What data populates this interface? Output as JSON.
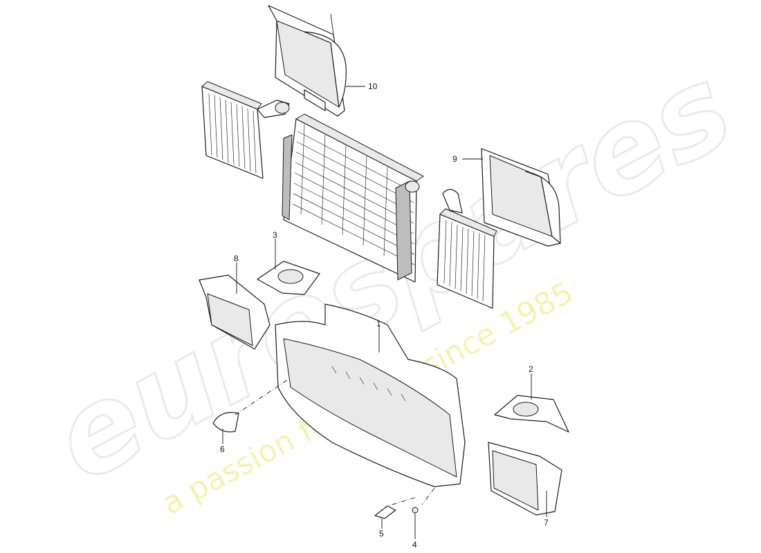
{
  "watermark": {
    "brand": "eurospares",
    "tagline": "a passion for parts since 1985"
  },
  "callouts": [
    {
      "id": "1",
      "label": "1"
    },
    {
      "id": "2",
      "label": "2"
    },
    {
      "id": "3",
      "label": "3"
    },
    {
      "id": "4",
      "label": "4"
    },
    {
      "id": "5",
      "label": "5"
    },
    {
      "id": "6",
      "label": "6"
    },
    {
      "id": "7",
      "label": "7"
    },
    {
      "id": "8",
      "label": "8"
    },
    {
      "id": "9",
      "label": "9"
    },
    {
      "id": "10",
      "label": "10"
    }
  ]
}
